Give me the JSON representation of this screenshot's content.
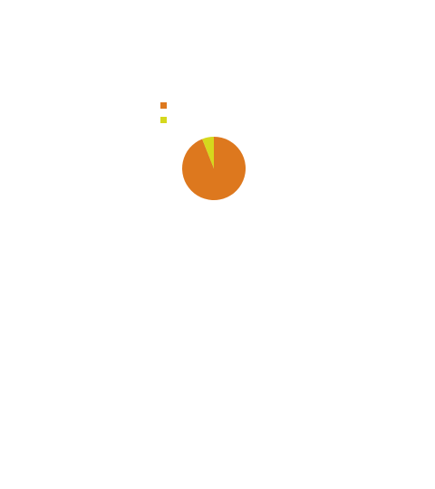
{
  "chart_data": {
    "type": "pie",
    "categories": [
      "",
      ""
    ],
    "values": [
      94,
      6
    ],
    "colors": [
      "#dd781e",
      "#d5d81d"
    ],
    "title": "",
    "legend_position": "top-left",
    "start": "top",
    "direction": "clockwise"
  }
}
